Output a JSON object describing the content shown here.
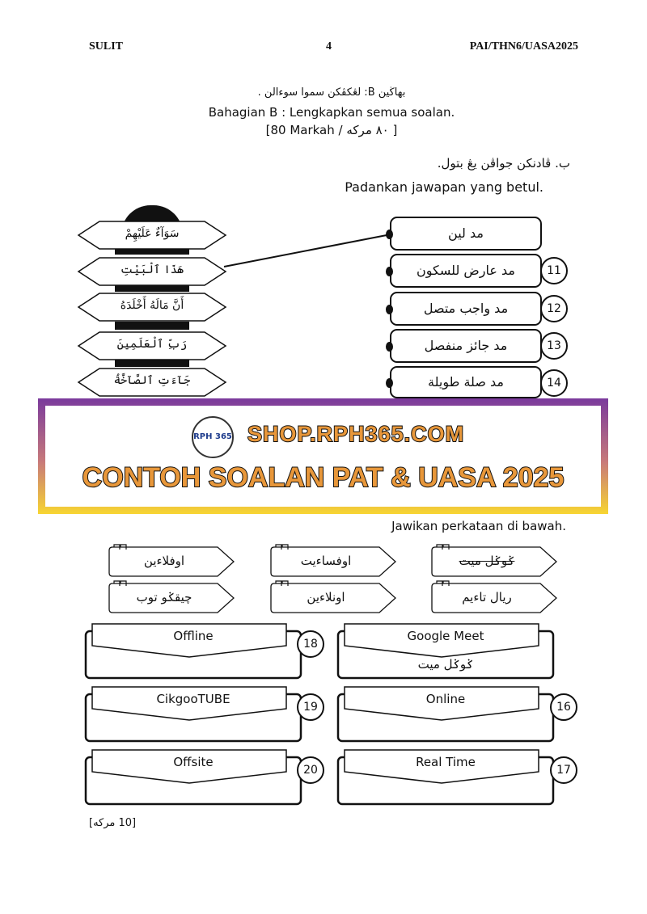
{
  "header": {
    "left": "SULIT",
    "page": "4",
    "code": "PAI/THN6/UASA2025"
  },
  "section": {
    "jawi_title": "بهاڬين B: لڠكڤكن سموا سوءالن .",
    "title": "Bahagian B : Lengkapkan semua soalan.",
    "marks": "[80 Markah / ٨٠ مركه ]"
  },
  "q_match": {
    "jawi_instruction": "ب.   ڤادنكن جواڤن يڠ بتول.",
    "instruction": "Padankan jawapan yang betul.",
    "left_items": [
      "سَوَآءٌ عَلَيْهِمْ",
      "هَذَا ٱلْبَيْتِ",
      "أَنَّ مَالَهُ أَخْلَدَهُ",
      "رَبِّ ٱلْعَلَمِينَ",
      "جَآءَتِ ٱلصَّآخَّةُ"
    ],
    "right_items": [
      {
        "text": "مد لين",
        "num": ""
      },
      {
        "text": "مد عارض للسكون",
        "num": "11"
      },
      {
        "text": "مد واجب متصل",
        "num": "12"
      },
      {
        "text": "مد جائز منفصل",
        "num": "13"
      },
      {
        "text": "مد صلة طويلة",
        "num": "14"
      }
    ]
  },
  "banner": {
    "logo": "RPH 365",
    "site": "SHOP.RPH365.COM",
    "title": "CONTOH SOALAN PAT & UASA 2025"
  },
  "q_jawi": {
    "instruction": "Jawikan perkataan di bawah.",
    "options": [
      "اوفلاءين",
      "اوفساءيت",
      "ݢوݢل ميت",
      "چيقݢو توب",
      "اونلاءين",
      "ريال تاءيم"
    ],
    "boxes": [
      {
        "label": "Offline",
        "num": "18",
        "answer": ""
      },
      {
        "label": "Google Meet",
        "num": "",
        "answer": "ݢوݢل ميت"
      },
      {
        "label": "CikgooTUBE",
        "num": "19",
        "answer": ""
      },
      {
        "label": "Online",
        "num": "16",
        "answer": ""
      },
      {
        "label": "Offsite",
        "num": "20",
        "answer": ""
      },
      {
        "label": "Real Time",
        "num": "17",
        "answer": ""
      }
    ],
    "marks": "[10 مركه]"
  }
}
